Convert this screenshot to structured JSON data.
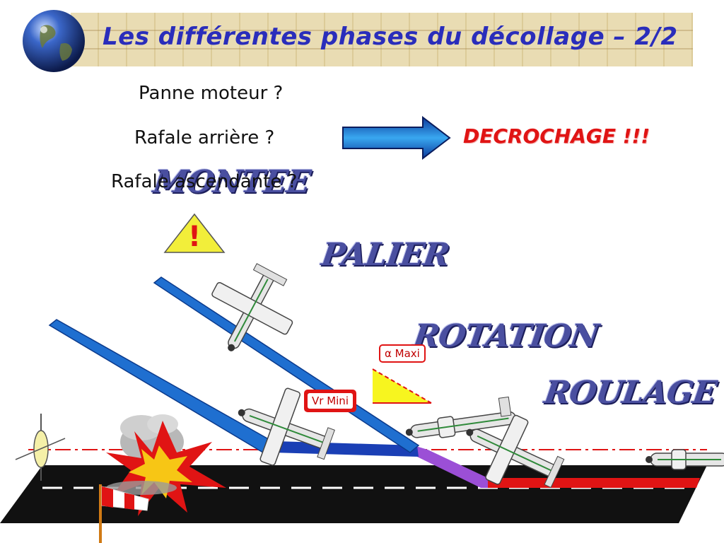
{
  "title": "Les différentes phases du décollage – 2/2",
  "questions": [
    "Panne moteur ?",
    "Rafale arrière ?",
    "Rafale ascendante ?"
  ],
  "result": "DECROCHAGE !!!",
  "warning_symbol": "!",
  "phases": {
    "montee": "MONTEE",
    "palier": "PALIER",
    "rotation": "ROTATION",
    "roulage": "ROULAGE"
  },
  "labels": {
    "alpha_maxi": "α Maxi",
    "vr_mini": "Vr Mini"
  },
  "colors": {
    "title": "#2a2dbb",
    "result": "#e01414",
    "climb_path": "#1f6fd0",
    "rotation_path": "#9b4fd6",
    "roll_path": "#e01414",
    "runway": "#111111",
    "warning": "#f2ee3a"
  },
  "icons": [
    "globe-icon",
    "arrow-right-icon",
    "warning-icon",
    "explosion-icon",
    "windsock-icon",
    "runway-light-icon",
    "airplane-icon"
  ]
}
